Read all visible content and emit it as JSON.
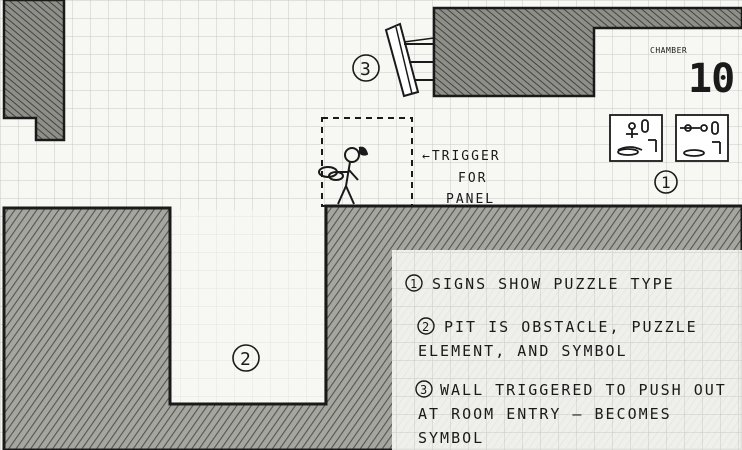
{
  "chamber": {
    "label": "CHAMBER",
    "number": "10"
  },
  "trigger_note": {
    "line1": "←TRIGGER",
    "line2": "FOR",
    "line3": "PANEL"
  },
  "markers": {
    "one": "1",
    "two": "2",
    "three": "3"
  },
  "legend": [
    {
      "num": "1",
      "lines": [
        "SIGNS  SHOW  PUZZLE  TYPE"
      ]
    },
    {
      "num": "2",
      "lines": [
        "PIT  IS  OBSTACLE,  PUZZLE",
        "ELEMENT,  AND  SYMBOL"
      ]
    },
    {
      "num": "3",
      "lines": [
        "WALL TRIGGERED  TO  PUSH  OUT",
        "AT  ROOM  ENTRY – BECOMES",
        "SYMBOL"
      ]
    }
  ],
  "colors": {
    "ink": "#1a1a1a",
    "grid": "#c9c9c3",
    "paper": "#f7f7f4",
    "hatch": "#6b6b66"
  }
}
